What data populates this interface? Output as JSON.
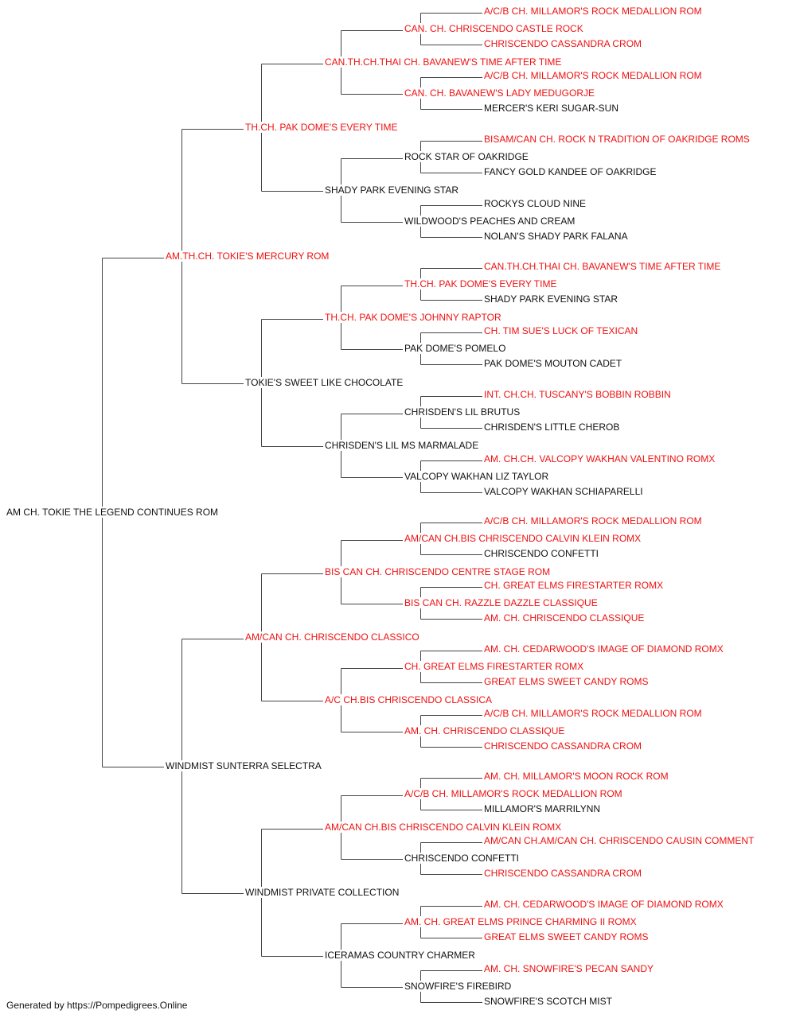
{
  "footer": "Generated by https://Pompedigrees.Online",
  "colors": {
    "champion": "#ee1111",
    "normal": "#111111",
    "line": "#444444"
  },
  "pedigree": {
    "name": "AM CH. TOKIE THE LEGEND CONTINUES ROM",
    "champion": false,
    "sire": {
      "name": "AM.TH.CH. TOKIE'S MERCURY ROM",
      "champion": true,
      "sire": {
        "name": "TH.CH. PAK DOME'S EVERY TIME",
        "champion": true,
        "sire": {
          "name": "CAN.TH.CH.THAI CH. BAVANEW'S TIME AFTER TIME",
          "champion": true,
          "sire": {
            "name": "CAN. CH. CHRISCENDO CASTLE ROCK",
            "champion": true,
            "sire": {
              "name": "A/C/B CH. MILLAMOR'S ROCK MEDALLION ROM",
              "champion": true
            },
            "dam": {
              "name": "CHRISCENDO CASSANDRA CROM",
              "champion": true
            }
          },
          "dam": {
            "name": "CAN. CH. BAVANEW'S LADY MEDUGORJE",
            "champion": true,
            "sire": {
              "name": "A/C/B CH. MILLAMOR'S ROCK MEDALLION ROM",
              "champion": true
            },
            "dam": {
              "name": "MERCER'S KERI SUGAR-SUN",
              "champion": false
            }
          }
        },
        "dam": {
          "name": "SHADY PARK EVENING STAR",
          "champion": false,
          "sire": {
            "name": "ROCK STAR OF OAKRIDGE",
            "champion": false,
            "sire": {
              "name": "BISAM/CAN CH. ROCK N TRADITION OF OAKRIDGE ROMS",
              "champion": true
            },
            "dam": {
              "name": "FANCY GOLD KANDEE OF OAKRIDGE",
              "champion": false
            }
          },
          "dam": {
            "name": "WILDWOOD'S PEACHES AND CREAM",
            "champion": false,
            "sire": {
              "name": "ROCKYS CLOUD NINE",
              "champion": false
            },
            "dam": {
              "name": "NOLAN'S SHADY PARK FALANA",
              "champion": false
            }
          }
        }
      },
      "dam": {
        "name": "TOKIE'S SWEET LIKE CHOCOLATE",
        "champion": false,
        "sire": {
          "name": "TH.CH. PAK DOME'S JOHNNY RAPTOR",
          "champion": true,
          "sire": {
            "name": "TH.CH. PAK DOME'S EVERY TIME",
            "champion": true,
            "sire": {
              "name": "CAN.TH.CH.THAI CH. BAVANEW'S TIME AFTER TIME",
              "champion": true
            },
            "dam": {
              "name": "SHADY PARK EVENING STAR",
              "champion": false
            }
          },
          "dam": {
            "name": "PAK DOME'S POMELO",
            "champion": false,
            "sire": {
              "name": "CH. TIM SUE'S LUCK OF TEXICAN",
              "champion": true
            },
            "dam": {
              "name": "PAK DOME'S MOUTON CADET",
              "champion": false
            }
          }
        },
        "dam": {
          "name": "CHRISDEN'S LIL MS MARMALADE",
          "champion": false,
          "sire": {
            "name": "CHRISDEN'S LIL BRUTUS",
            "champion": false,
            "sire": {
              "name": "INT. CH.CH. TUSCANY'S BOBBIN ROBBIN",
              "champion": true
            },
            "dam": {
              "name": "CHRISDEN'S LITTLE CHEROB",
              "champion": false
            }
          },
          "dam": {
            "name": "VALCOPY WAKHAN LIZ TAYLOR",
            "champion": false,
            "sire": {
              "name": "AM. CH.CH. VALCOPY WAKHAN VALENTINO ROMX",
              "champion": true
            },
            "dam": {
              "name": "VALCOPY WAKHAN SCHIAPARELLI",
              "champion": false
            }
          }
        }
      }
    },
    "dam": {
      "name": "WINDMIST SUNTERRA SELECTRA",
      "champion": false,
      "sire": {
        "name": "AM/CAN CH. CHRISCENDO CLASSICO",
        "champion": true,
        "sire": {
          "name": "BIS CAN CH. CHRISCENDO CENTRE STAGE ROM",
          "champion": true,
          "sire": {
            "name": "AM/CAN CH.BIS CHRISCENDO CALVIN KLEIN ROMX",
            "champion": true,
            "sire": {
              "name": "A/C/B CH. MILLAMOR'S ROCK MEDALLION ROM",
              "champion": true
            },
            "dam": {
              "name": "CHRISCENDO CONFETTI",
              "champion": false
            }
          },
          "dam": {
            "name": "BIS CAN CH. RAZZLE DAZZLE CLASSIQUE",
            "champion": true,
            "sire": {
              "name": "CH. GREAT ELMS FIRESTARTER ROMX",
              "champion": true
            },
            "dam": {
              "name": "AM. CH. CHRISCENDO CLASSIQUE",
              "champion": true
            }
          }
        },
        "dam": {
          "name": "A/C CH.BIS CHRISCENDO CLASSICA",
          "champion": true,
          "sire": {
            "name": "CH. GREAT ELMS FIRESTARTER ROMX",
            "champion": true,
            "sire": {
              "name": "AM. CH. CEDARWOOD'S IMAGE OF DIAMOND ROMX",
              "champion": true
            },
            "dam": {
              "name": "GREAT ELMS SWEET CANDY ROMS",
              "champion": true
            }
          },
          "dam": {
            "name": "AM. CH. CHRISCENDO CLASSIQUE",
            "champion": true,
            "sire": {
              "name": "A/C/B CH. MILLAMOR'S ROCK MEDALLION ROM",
              "champion": true
            },
            "dam": {
              "name": "CHRISCENDO CASSANDRA CROM",
              "champion": true
            }
          }
        }
      },
      "dam": {
        "name": "WINDMIST PRIVATE COLLECTION",
        "champion": false,
        "sire": {
          "name": "AM/CAN CH.BIS CHRISCENDO CALVIN KLEIN ROMX",
          "champion": true,
          "sire": {
            "name": "A/C/B CH. MILLAMOR'S ROCK MEDALLION ROM",
            "champion": true,
            "sire": {
              "name": "AM. CH. MILLAMOR'S MOON ROCK ROM",
              "champion": true
            },
            "dam": {
              "name": "MILLAMOR'S MARRILYNN",
              "champion": false
            }
          },
          "dam": {
            "name": "CHRISCENDO CONFETTI",
            "champion": false,
            "sire": {
              "name": "AM/CAN CH.AM/CAN CH. CHRISCENDO CAUSIN COMMENT",
              "champion": true
            },
            "dam": {
              "name": "CHRISCENDO CASSANDRA CROM",
              "champion": true
            }
          }
        },
        "dam": {
          "name": "ICERAMAS COUNTRY CHARMER",
          "champion": false,
          "sire": {
            "name": "AM. CH. GREAT ELMS PRINCE CHARMING II ROMX",
            "champion": true,
            "sire": {
              "name": "AM. CH. CEDARWOOD'S IMAGE OF DIAMOND ROMX",
              "champion": true
            },
            "dam": {
              "name": "GREAT ELMS SWEET CANDY ROMS",
              "champion": true
            }
          },
          "dam": {
            "name": "SNOWFIRE'S FIREBIRD",
            "champion": false,
            "sire": {
              "name": "AM. CH. SNOWFIRE'S PECAN SANDY",
              "champion": true
            },
            "dam": {
              "name": "SNOWFIRE'S SCOTCH MIST",
              "champion": false
            }
          }
        }
      }
    }
  }
}
